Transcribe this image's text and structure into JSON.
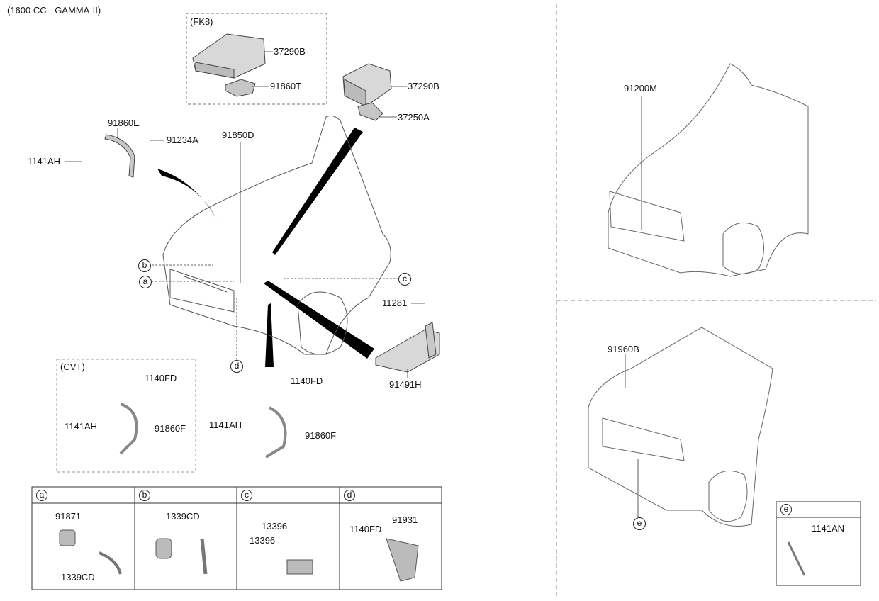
{
  "title": "(1600 CC - GAMMA-II)",
  "groups": {
    "fk8": "(FK8)",
    "cvt": "(CVT)"
  },
  "callouts": {
    "a": "a",
    "b": "b",
    "c": "c",
    "d": "d",
    "e": "e"
  },
  "labels": {
    "p37290B_1": "37290B",
    "p91860T": "91860T",
    "p37290B_2": "37290B",
    "p37250A": "37250A",
    "p91860E": "91860E",
    "p91234A": "91234A",
    "p1141AH_1": "1141AH",
    "p91850D": "91850D",
    "p11281": "11281",
    "p91491H": "91491H",
    "p1140FD_1": "1140FD",
    "p1141AH_2": "1141AH",
    "p91860F_1": "91860F",
    "p1140FD_2": "1140FD",
    "p1141AH_3": "1141AH",
    "p91860F_2": "91860F",
    "p91200M": "91200M",
    "p91960B": "91960B"
  },
  "detail_boxes": [
    {
      "key": "a",
      "parts": [
        "91871",
        "1339CD"
      ]
    },
    {
      "key": "b",
      "parts": [
        "1339CD"
      ]
    },
    {
      "key": "c",
      "parts": [
        "13396",
        "13396"
      ]
    },
    {
      "key": "d",
      "parts": [
        "1140FD",
        "91931"
      ]
    }
  ],
  "box_e": {
    "key": "e",
    "parts": [
      "1141AN"
    ]
  }
}
